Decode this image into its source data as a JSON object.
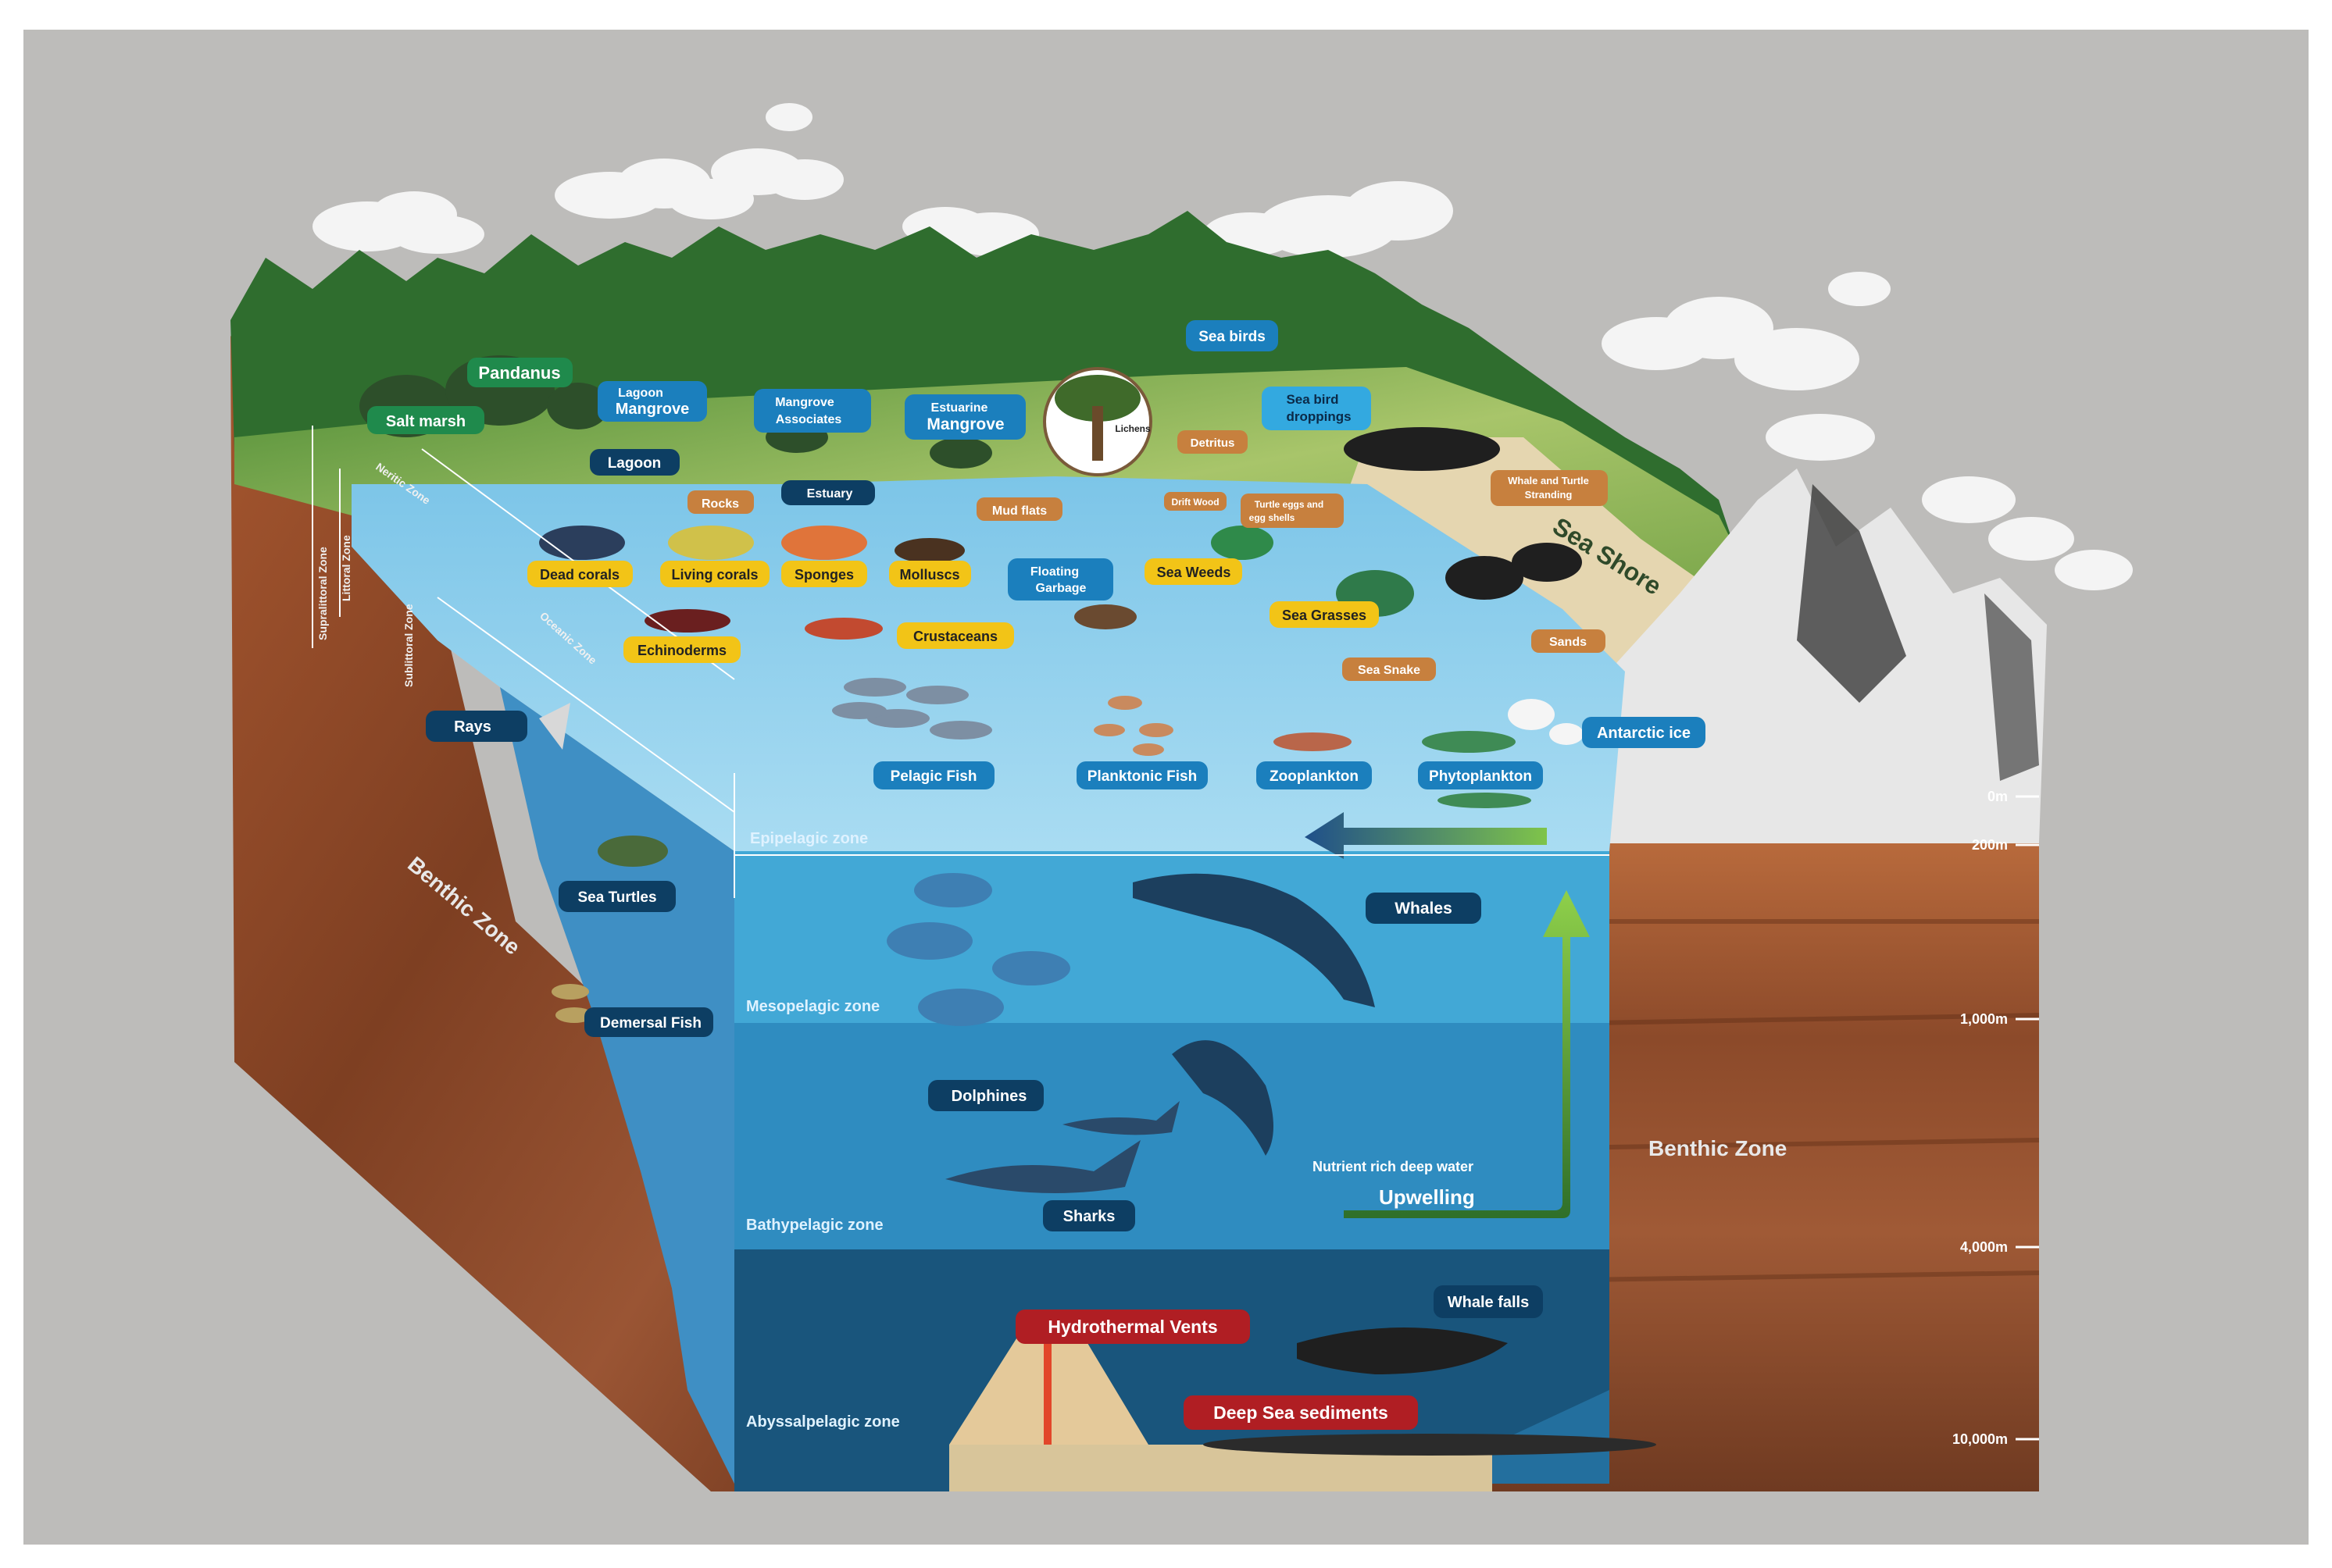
{
  "labels": {
    "pandanus": "Pandanus",
    "salt_marsh": "Salt marsh",
    "lagoon_mangrove": [
      "Lagoon",
      "Mangrove"
    ],
    "lagoon": "Lagoon",
    "mangrove_associates": [
      "Mangrove",
      "Associates"
    ],
    "estuary": "Estuary",
    "estuarine_mangrove": [
      "Estuarine",
      "Mangrove"
    ],
    "lichens": "Lichens",
    "sea_birds": "Sea birds",
    "sea_bird_droppings": [
      "Sea bird",
      "droppings"
    ],
    "detritus": "Detritus",
    "drift_wood": "Drift Wood",
    "turtle_eggs": [
      "Turtle eggs and",
      "egg shells"
    ],
    "whale_turtle_stranding": [
      "Whale and Turtle",
      "Stranding"
    ],
    "rocks": "Rocks",
    "mud_flats": "Mud flats",
    "dead_corals": "Dead corals",
    "living_corals": "Living corals",
    "sponges": "Sponges",
    "molluscs": "Molluscs",
    "floating_garbage": [
      "Floating",
      "Garbage"
    ],
    "sea_weeds": "Sea Weeds",
    "sea_grasses": "Sea Grasses",
    "echinoderms": "Echinoderms",
    "crustaceans": "Crustaceans",
    "sea_snake": "Sea Snake",
    "sands": "Sands",
    "sea_shore": "Sea Shore",
    "antarctic_ice": "Antarctic ice",
    "rays": "Rays",
    "pelagic_fish": "Pelagic Fish",
    "planktonic_fish": "Planktonic Fish",
    "zooplankton": "Zooplankton",
    "phytoplankton": "Phytoplankton",
    "sea_turtles": "Sea Turtles",
    "demersal_fish": "Demersal Fish",
    "whales": "Whales",
    "dolphines": "Dolphines",
    "sharks": "Sharks",
    "nutrient_rich": "Nutrient rich deep water",
    "upwelling": "Upwelling",
    "hydrothermal_vents": "Hydrothermal Vents",
    "whale_falls": "Whale falls",
    "deep_sea_sediments": "Deep Sea sediments"
  },
  "zones": {
    "epipelagic": "Epipelagic zone",
    "mesopelagic": "Mesopelagic zone",
    "bathypelagic": "Bathypelagic zone",
    "abyssalpelagic": "Abyssalpelagic zone",
    "benthic_left": "Benthic Zone",
    "benthic_right": "Benthic Zone",
    "supralittoral": "Supralittoral Zone",
    "littoral": "Littoral Zone",
    "sublittoral": "Sublittoral Zone",
    "neritic": "Neritic Zone",
    "oceanic": "Oceanic Zone"
  },
  "depth_scale": [
    "0m",
    "200m",
    "1,000m",
    "4,000m",
    "10,000m"
  ],
  "colors": {
    "background": "#bdbcba",
    "sky_water": "#8fd0ec",
    "epipelagic": "#42a8d6",
    "mesopelagic": "#2f8cc0",
    "bathypelagic": "#236f9e",
    "abyssal": "#19557c",
    "soil": "#8a4a2e",
    "land": "#7fae4a"
  }
}
